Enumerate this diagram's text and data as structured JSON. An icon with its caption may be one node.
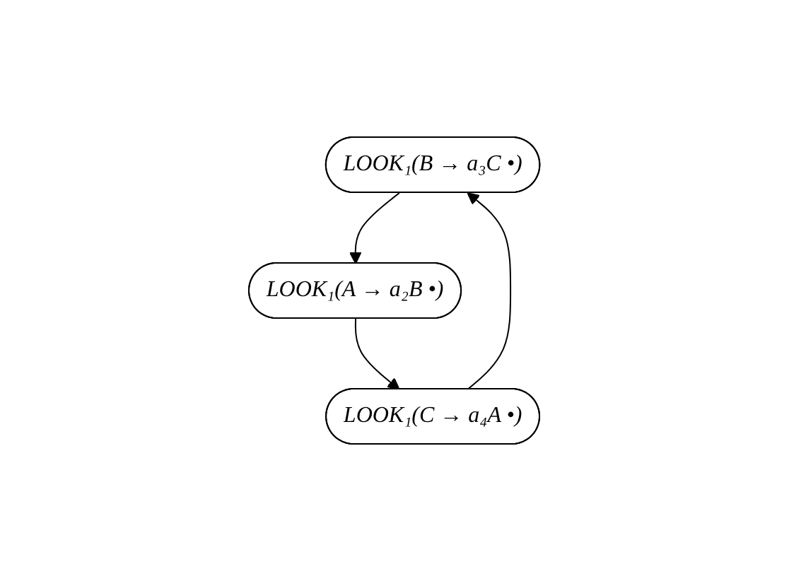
{
  "diagram": {
    "nodes": [
      {
        "text": [
          "LOOK₁(B → a₃C •)"
        ]
      },
      {
        "text": [
          "LOOK₁(A → a₂B •)"
        ]
      },
      {
        "text": [
          "LOOK₁(C → a₄A •)"
        ]
      }
    ],
    "edges": [
      {
        "from": 0,
        "to": 1,
        "arrow": "to"
      },
      {
        "from": 1,
        "to": 2,
        "arrow": "to"
      },
      {
        "from": 2,
        "to": 0,
        "arrow": "to"
      }
    ]
  }
}
